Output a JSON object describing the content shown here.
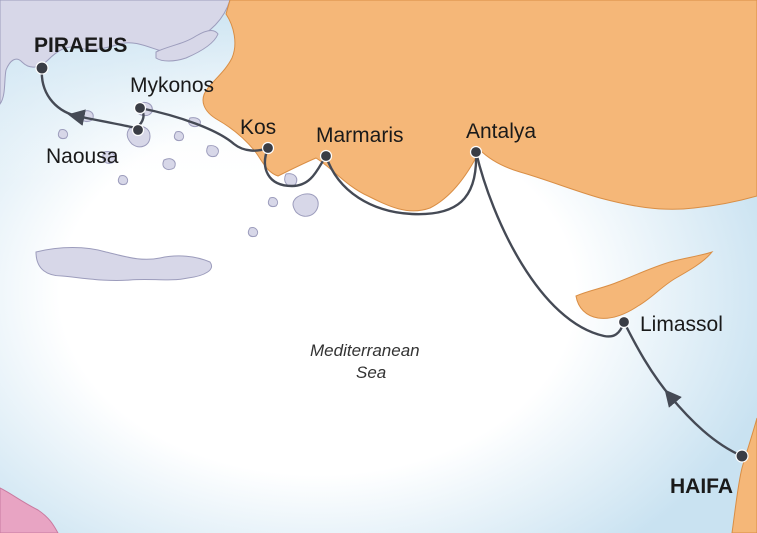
{
  "map": {
    "sea_label_line1": "Mediterranean",
    "sea_label_line2": "Sea",
    "ports": [
      {
        "id": "piraeus",
        "name": "PIRAEUS",
        "major": true
      },
      {
        "id": "mykonos",
        "name": "Mykonos",
        "major": false
      },
      {
        "id": "naousa",
        "name": "Naousa",
        "major": false
      },
      {
        "id": "kos",
        "name": "Kos",
        "major": false
      },
      {
        "id": "marmaris",
        "name": "Marmaris",
        "major": false
      },
      {
        "id": "antalya",
        "name": "Antalya",
        "major": false
      },
      {
        "id": "limassol",
        "name": "Limassol",
        "major": false
      },
      {
        "id": "haifa",
        "name": "HAIFA",
        "major": true
      }
    ],
    "colors": {
      "sea_white": "#ffffff",
      "sea_blue": "#c9e2f1",
      "turkey": "#f5b778",
      "turkey_outline": "#d98e45",
      "greece": "#d7d7e8",
      "greece_outline": "#9c9cbc",
      "egypt": "#e8a4c3",
      "route": "#454a55",
      "dot": "#3a3d45"
    }
  }
}
